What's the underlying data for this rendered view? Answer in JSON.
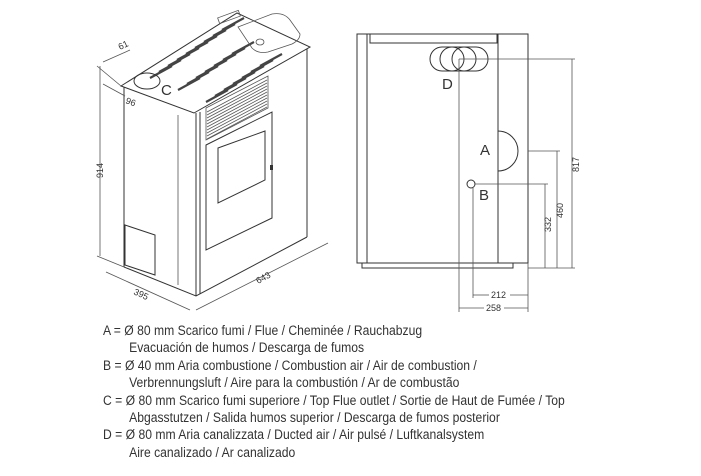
{
  "left_view": {
    "labels": {
      "C": "C"
    },
    "dimensions": {
      "height": "914",
      "depth": "395",
      "width": "643",
      "c_offset_back": "61",
      "c_offset_side": "96"
    }
  },
  "side_view": {
    "labels": {
      "A": "A",
      "B": "B",
      "D": "D"
    },
    "dimensions": {
      "d_height": "817",
      "a_height": "460",
      "b_height": "332",
      "b_offset": "212",
      "d_offset": "258"
    }
  },
  "legend": [
    {
      "line1": "A = Ø 80 mm  Scarico fumi / Flue / Cheminée / Rauchabzug",
      "line2": "Evacuación de humos / Descarga de fumos"
    },
    {
      "line1": "B = Ø 40 mm  Aria combustione / Combustion air / Air de combustion /",
      "line2": "Verbrennungsluft / Aire para la combustión / Ar de combustão"
    },
    {
      "line1": "C = Ø 80 mm  Scarico fumi superiore / Top Flue outlet / Sortie de Haut de Fumée / Top",
      "line2": "Abgasstutzen / Salida humos superior / Descarga de fumos posterior"
    },
    {
      "line1": "D = Ø 80 mm  Aria canalizzata / Ducted air / Air pulsé / Luftkanalsystem",
      "line2": "Aire canalizado / Ar canalizado"
    }
  ]
}
